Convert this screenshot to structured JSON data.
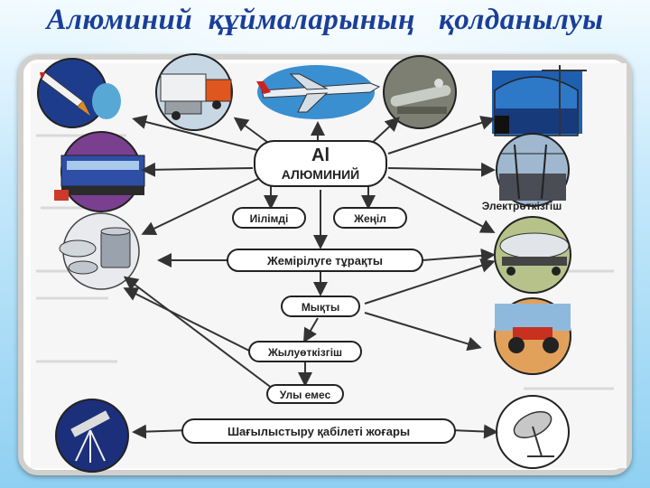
{
  "title": "Алюминий  құймаларының   қолданылуы",
  "center": {
    "symbol": "Al",
    "name": "АЛЮМИНИЙ"
  },
  "properties": {
    "malleable": "Иілімді",
    "light": "Жеңіл",
    "conductivity": "Электрөткізгіш",
    "corrosion": "Жемірілуге тұрақты",
    "strong": "Мықты",
    "heat": "Жылуөткізгіш",
    "nontoxic": "Улы емес",
    "reflective": "Шағылыстыру қабілеті жоғары"
  },
  "icons": [
    "rocket-icon",
    "truck-icon",
    "airplane-icon",
    "pipeline-icon",
    "building-icon",
    "train-icon",
    "power-line-icon",
    "cookware-icon",
    "tank-car-icon",
    "atv-icon",
    "telescope-icon",
    "satellite-dish-icon"
  ]
}
